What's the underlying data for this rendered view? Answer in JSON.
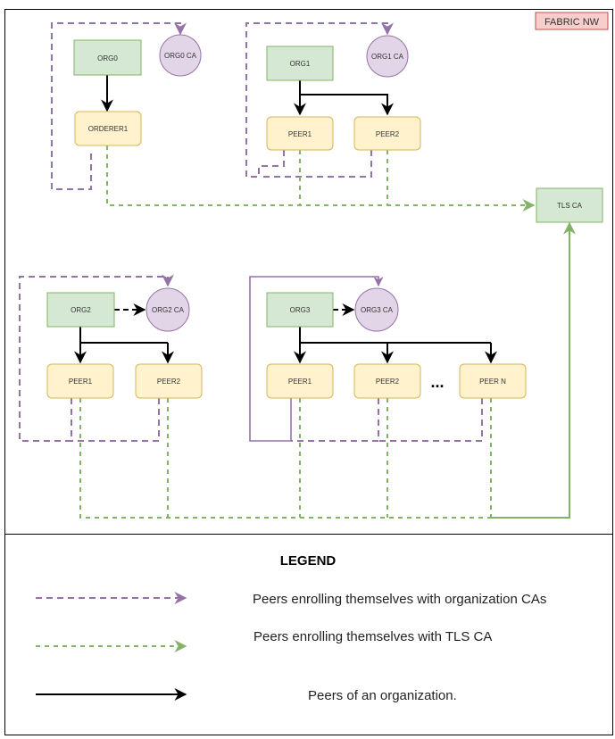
{
  "badge": "FABRIC NW",
  "nodes": {
    "org0": "ORG0",
    "org0_ca": "ORG0 CA",
    "orderer1": "ORDERER1",
    "org1": "ORG1",
    "org1_ca": "ORG1 CA",
    "org1_peer1": "PEER1",
    "org1_peer2": "PEER2",
    "tls_ca": "TLS CA",
    "org2": "ORG2",
    "org2_ca": "ORG2 CA",
    "org2_peer1": "PEER1",
    "org2_peer2": "PEER2",
    "org3": "ORG3",
    "org3_ca": "ORG3 CA",
    "org3_peer1": "PEER1",
    "org3_peer2": "PEER2",
    "org3_ellipsis": "...",
    "org3_peern": "PEER N"
  },
  "legend": {
    "title": "LEGEND",
    "items": [
      "Peers enrolling themselves with organization CAs",
      "Peers enrolling themselves with TLS CA",
      "Peers of an organization."
    ]
  },
  "colors": {
    "org_fill": "#d5e8d4",
    "org_stroke": "#82b366",
    "ca_fill": "#e1d5e7",
    "ca_stroke": "#9673a6",
    "peer_fill": "#fff2cc",
    "peer_stroke": "#d6b656",
    "badge_fill": "#f8cecc",
    "badge_stroke": "#b85450",
    "purple_line": "#9673a6",
    "green_line": "#82b366",
    "black_line": "#000000"
  }
}
